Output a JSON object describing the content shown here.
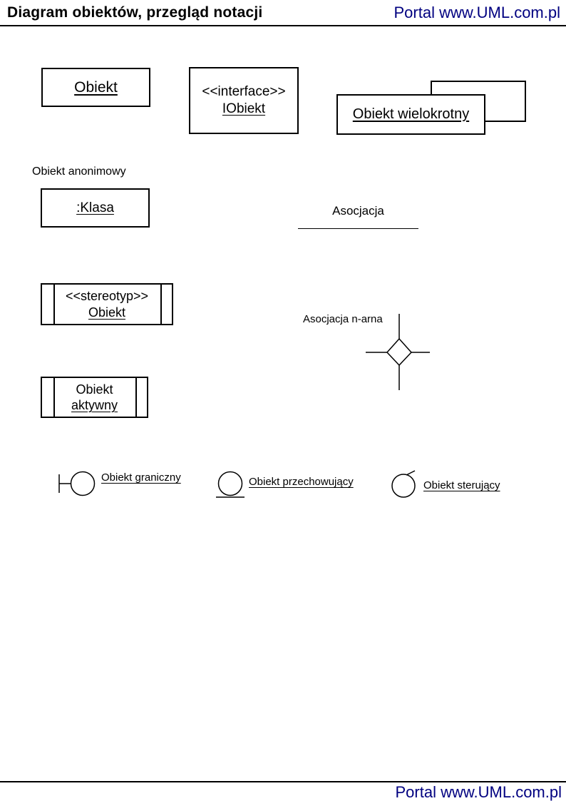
{
  "header": {
    "title": "Diagram obiektów, przegląd notacji",
    "portal": "Portal www.UML.com.pl"
  },
  "footer": {
    "portal": "Portal www.UML.com.pl"
  },
  "colors": {
    "link": "#000080",
    "line": "#000000",
    "background": "#ffffff"
  },
  "elements": {
    "object_box": {
      "label": "Obiekt"
    },
    "interface_box": {
      "stereotype": "<<interface>>",
      "label": "IObiekt"
    },
    "multiple_object": {
      "label": "Obiekt wielokrotny"
    },
    "anonymous_object": {
      "caption": "Obiekt anonimowy",
      "label": ":Klasa"
    },
    "association": {
      "label": "Asocjacja"
    },
    "stereotype_object": {
      "stereotype": "<<stereotyp>>",
      "label": "Obiekt"
    },
    "nary_association": {
      "label": "Asocjacja n-arna"
    },
    "active_object": {
      "line1": "Obiekt",
      "line2": "aktywny"
    },
    "boundary_object": {
      "label": "Obiekt graniczny"
    },
    "entity_object": {
      "label": "Obiekt przechowujący"
    },
    "control_object": {
      "label": "Obiekt sterujący"
    }
  }
}
